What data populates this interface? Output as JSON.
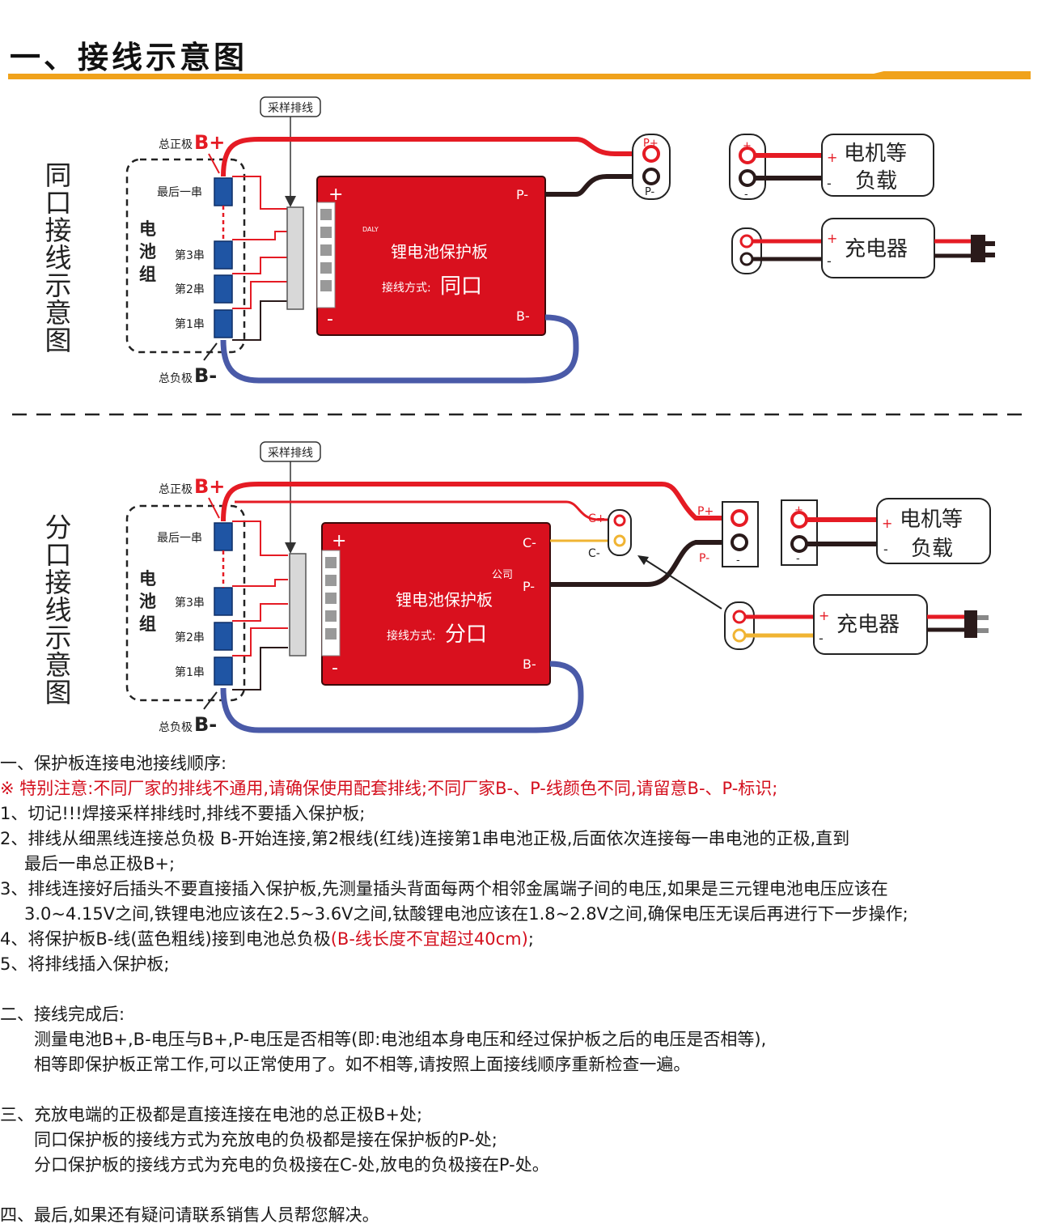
{
  "header": {
    "title": "一、接线示意图",
    "accent_color": "#f0a21b"
  },
  "colors": {
    "board_red": "#d9101e",
    "wire_red": "#e51b24",
    "wire_black": "#2a1a1a",
    "wire_blue": "#4a5aa8",
    "wire_yellow": "#f0b433",
    "cell_blue": "#1f55a4"
  },
  "diagram_top": {
    "side_title": "同口接线示意图",
    "sample_cable_label": "采样排线",
    "b_plus_label": "总正极",
    "b_plus": "B+",
    "b_minus_label": "总负极",
    "b_minus": "B-",
    "pack_label": "电池组",
    "cells": [
      "最后一串",
      "第3串",
      "第2串",
      "第1串"
    ],
    "board_title": "锂电池保护板",
    "board_brand": "DALY",
    "wiring_label": "接线方式:",
    "wiring_mode": "同口",
    "board_plus": "+",
    "board_minus": "-",
    "p_minus": "P-",
    "b_minus_pin": "B-",
    "connector_plus": "P+",
    "connector_minus": "P-",
    "load_label_line1": "电机等",
    "load_label_line2": "负载",
    "charger_label": "充电器",
    "plus": "+",
    "minus": "-"
  },
  "diagram_bottom": {
    "side_title": "分口接线示意图",
    "sample_cable_label": "采样排线",
    "b_plus_label": "总正极",
    "b_plus": "B+",
    "b_minus_label": "总负极",
    "b_minus": "B-",
    "pack_label": "电池组",
    "cells": [
      "最后一串",
      "第3串",
      "第2串",
      "第1串"
    ],
    "board_title": "锂电池保护板",
    "board_company": "公司",
    "wiring_label": "接线方式:",
    "wiring_mode": "分口",
    "board_plus": "+",
    "board_minus": "-",
    "c_minus": "C-",
    "p_minus": "P-",
    "b_minus_pin": "B-",
    "c_plus_conn": "C+",
    "c_minus_conn": "C-",
    "p_plus_conn": "P+",
    "p_minus_conn": "P-",
    "load_label_line1": "电机等",
    "load_label_line2": "负载",
    "charger_label": "充电器",
    "plus": "+",
    "minus": "-"
  },
  "notes": {
    "s1_title": "一、保护板连接电池接线顺序:",
    "s1_warning": "※ 特别注意:不同厂家的排线不通用,请确保使用配套排线;不同厂家B-、P-线颜色不同,请留意B-、P-标识;",
    "s1_item1": "1、切记!!!焊接采样排线时,排线不要插入保护板;",
    "s1_item2a": "2、排线从细黑线连接总负极 B-开始连接,第2根线(红线)连接第1串电池正极,后面依次连接每一串电池的正极,直到",
    "s1_item2b": "最后一串总正极B+;",
    "s1_item3a": "3、排线连接好后插头不要直接插入保护板,先测量插头背面每两个相邻金属端子间的电压,如果是三元锂电池电压应该在",
    "s1_item3b": "3.0~4.15V之间,铁锂电池应该在2.5~3.6V之间,钛酸锂电池应该在1.8~2.8V之间,确保电压无误后再进行下一步操作;",
    "s1_item4a": "4、将保护板B-线(蓝色粗线)接到电池总负极",
    "s1_item4b": "(B-线长度不宜超过40cm)",
    "s1_item4c": ";",
    "s1_item5": "5、将排线插入保护板;",
    "s2_title": "二、接线完成后:",
    "s2_line1": "测量电池B+,B-电压与B+,P-电压是否相等(即:电池组本身电压和经过保护板之后的电压是否相等),",
    "s2_line2": "相等即保护板正常工作,可以正常使用了。如不相等,请按照上面接线顺序重新检查一遍。",
    "s3_title": "三、充放电端的正极都是直接连接在电池的总正极B+处;",
    "s3_line1": "同口保护板的接线方式为充放电的负极都是接在保护板的P-处;",
    "s3_line2": "分口保护板的接线方式为充电的负极接在C-处,放电的负极接在P-处。",
    "s4_title": "四、最后,如果还有疑问请联系销售人员帮您解决。"
  }
}
